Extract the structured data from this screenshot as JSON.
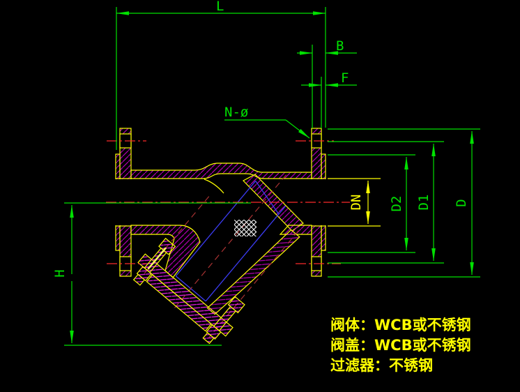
{
  "drawing": {
    "title": "Y-strainer sectional CAD drawing",
    "dim_labels": {
      "length": "L",
      "flange_thickness": "B",
      "raised_face_height": "F",
      "bolt_holes": "N-ø",
      "nominal_bore": "DN",
      "raised_face_dia": "D2",
      "bolt_circle_dia": "D1",
      "flange_dia": "D",
      "height": "H"
    },
    "material_notes": {
      "line1": "阀体：WCB或不锈钢",
      "line2": "阀盖：WCB或不锈钢",
      "line3": "过滤器：不锈钢"
    },
    "colors": {
      "background": "#000000",
      "dimension": "#00e100",
      "body_outline": "#ffff00",
      "centerline": "#fb2b2b",
      "hatch": "#b400b4",
      "cover_hatch": "#e81ee8",
      "screen_line": "#3b3bf0",
      "screen_mesh": "#ffffff",
      "note_text": "#ffff00"
    }
  }
}
